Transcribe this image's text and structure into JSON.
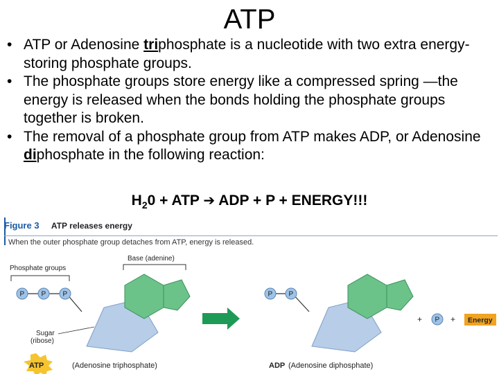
{
  "title": "ATP",
  "bullets": [
    {
      "pre": "ATP or Adenosine ",
      "emph": "tri",
      "post": "phosphate is a nucleotide with two extra energy-storing phosphate groups."
    },
    {
      "pre": "The phosphate groups store energy like a compressed spring —the energy is released when the bonds holding the phosphate groups together is broken.",
      "emph": "",
      "post": ""
    },
    {
      "pre": "The removal of a phosphate group from ATP makes ADP, or Adenosine ",
      "emph": "di",
      "post": "phosphate in the following reaction:"
    }
  ],
  "equation": {
    "h": "H",
    "sub": "2",
    "rest_left": "0 + ATP",
    "arrow_icon": "right-arrow-icon",
    "rest_right": "ADP + P + ENERGY!!!"
  },
  "figure": {
    "number": "Figure 3",
    "title": "ATP releases energy",
    "subtitle": "When the outer phosphate group detaches from ATP, energy is released.",
    "phosphate_groups_label": "Phosphate groups",
    "base_label": "Base (adenine)",
    "sugar_label_line1": "Sugar",
    "sugar_label_line2": "(ribose)",
    "phosphate_letter": "P",
    "atp_badge": "ATP",
    "atp_caption": "(Adenosine triphosphate)",
    "adp_badge": "ADP",
    "adp_caption": "(Adenosine diphosphate)",
    "plus": "+",
    "energy_label": "Energy",
    "colors": {
      "phosphate": "#9fc3e6",
      "adenine": "#6cc38a",
      "ribose": "#b7cde8",
      "arrow": "#1e9a57",
      "energy": "#f1a321",
      "atp_burst": "#f6c430",
      "figure_blue": "#1a5aa6"
    }
  }
}
